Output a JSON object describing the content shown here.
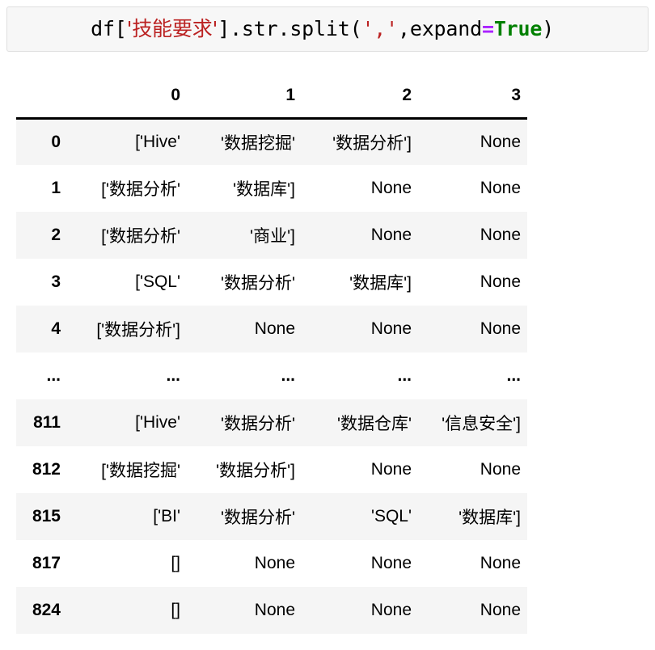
{
  "code_cell": {
    "prompt": "",
    "tokens": [
      {
        "text": "df[",
        "kind": "plain"
      },
      {
        "text": "'技能要求'",
        "kind": "string"
      },
      {
        "text": "].str.split(",
        "kind": "plain"
      },
      {
        "text": "','",
        "kind": "string"
      },
      {
        "text": ",expand",
        "kind": "plain"
      },
      {
        "text": "=",
        "kind": "operator"
      },
      {
        "text": "True",
        "kind": "keyword"
      },
      {
        "text": ")",
        "kind": "plain"
      }
    ],
    "full_text": "df['技能要求'].str.split(',',expand=True)"
  },
  "colors": {
    "cell_background": "#f7f7f7",
    "cell_border": "#dfdfdf",
    "string_token": "#bb2222",
    "operator_token": "#aa22ff",
    "keyword_token": "#008000",
    "row_stripe": "#f5f5f5",
    "header_rule": "#000000",
    "text": "#000000"
  },
  "dataframe": {
    "index_header": "",
    "columns": [
      "0",
      "1",
      "2",
      "3"
    ],
    "rows": [
      {
        "index": "0",
        "cells": [
          "['Hive'",
          "'数据挖掘'",
          "'数据分析']",
          "None"
        ]
      },
      {
        "index": "1",
        "cells": [
          "['数据分析'",
          "'数据库']",
          "None",
          "None"
        ]
      },
      {
        "index": "2",
        "cells": [
          "['数据分析'",
          "'商业']",
          "None",
          "None"
        ]
      },
      {
        "index": "3",
        "cells": [
          "['SQL'",
          "'数据分析'",
          "'数据库']",
          "None"
        ]
      },
      {
        "index": "4",
        "cells": [
          "['数据分析']",
          "None",
          "None",
          "None"
        ]
      },
      {
        "index": "...",
        "cells": [
          "...",
          "...",
          "...",
          "..."
        ],
        "ellipsis": true
      },
      {
        "index": "811",
        "cells": [
          "['Hive'",
          "'数据分析'",
          "'数据仓库'",
          "'信息安全']"
        ]
      },
      {
        "index": "812",
        "cells": [
          "['数据挖掘'",
          "'数据分析']",
          "None",
          "None"
        ]
      },
      {
        "index": "815",
        "cells": [
          "['BI'",
          "'数据分析'",
          "'SQL'",
          "'数据库']"
        ]
      },
      {
        "index": "817",
        "cells": [
          "[]",
          "None",
          "None",
          "None"
        ]
      },
      {
        "index": "824",
        "cells": [
          "[]",
          "None",
          "None",
          "None"
        ]
      }
    ]
  }
}
